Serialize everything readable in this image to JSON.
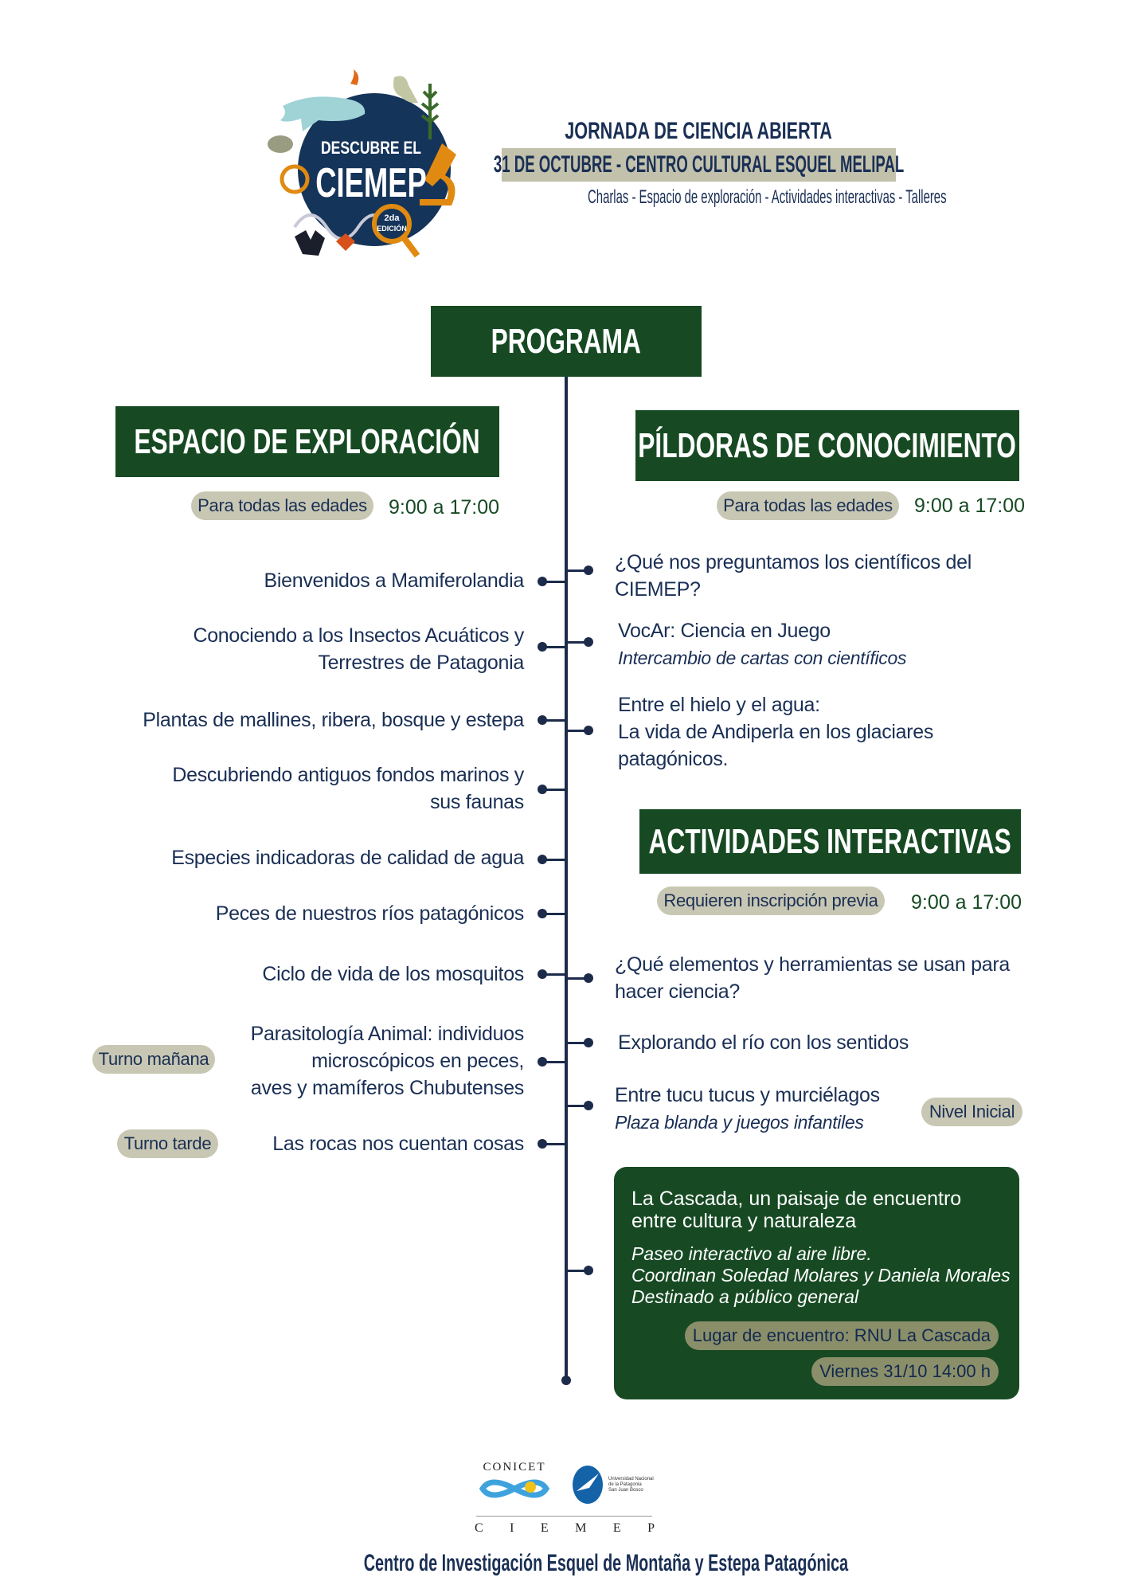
{
  "logo": {
    "line1": "DESCUBRE EL",
    "line2": "CIEMEP",
    "edition_num": "2da",
    "edition_word": "EDICIÓN"
  },
  "header": {
    "title": "JORNADA DE CIENCIA ABIERTA",
    "date_place": "31 DE OCTUBRE - CENTRO CULTURAL ESQUEL MELIPAL",
    "subtitle": "Charlas - Espacio de exploración - Actividades interactivas - Talleres"
  },
  "programa": "PROGRAMA",
  "left": {
    "title": "ESPACIO DE EXPLORACIÓN",
    "pill": "Para todas las edades",
    "time": "9:00 a 17:00",
    "items": [
      {
        "lines": [
          "Bienvenidos a Mamiferolandia"
        ]
      },
      {
        "lines": [
          "Conociendo a los Insectos Acuáticos y",
          "Terrestres de Patagonia"
        ]
      },
      {
        "lines": [
          "Plantas de mallines, ribera, bosque y estepa"
        ]
      },
      {
        "lines": [
          "Descubriendo antiguos fondos marinos y",
          "sus faunas"
        ]
      },
      {
        "lines": [
          "Especies indicadoras de calidad de agua"
        ]
      },
      {
        "lines": [
          "Peces de nuestros ríos patagónicos"
        ]
      },
      {
        "lines": [
          "Ciclo de vida de los mosquitos"
        ]
      },
      {
        "lines": [
          "Parasitología Animal: individuos",
          "microscópicos en peces,",
          "aves y mamíferos Chubutenses"
        ],
        "tag": "Turno mañana"
      },
      {
        "lines": [
          "Las rocas nos cuentan cosas"
        ],
        "tag": "Turno tarde"
      }
    ]
  },
  "right": {
    "pildoras": {
      "title": "PÍLDORAS DE CONOCIMIENTO",
      "pill": "Para todas las edades",
      "time": "9:00 a 17:00",
      "items": [
        {
          "lines": [
            "¿Qué nos preguntamos los científicos del",
            "CIEMEP?"
          ]
        },
        {
          "lines": [
            "VocAr: Ciencia en Juego"
          ],
          "italic": [
            "Intercambio de cartas con científicos"
          ]
        },
        {
          "lines": [
            "Entre el hielo y el agua:",
            "La vida de Andiperla en los glaciares",
            "patagónicos."
          ]
        }
      ]
    },
    "actividades": {
      "title": "ACTIVIDADES INTERACTIVAS",
      "pill": "Requieren inscripción previa",
      "time": "9:00 a 17:00",
      "items": [
        {
          "lines": [
            "¿Qué elementos y herramientas se usan para",
            "hacer ciencia?"
          ]
        },
        {
          "lines": [
            "Explorando el río con los sentidos"
          ]
        },
        {
          "lines": [
            "Entre tucu tucus y murciélagos"
          ],
          "italic": [
            "Plaza blanda y juegos infantiles"
          ],
          "tag": "Nivel Inicial"
        }
      ]
    },
    "card": {
      "title": [
        "La Cascada, un paisaje de encuentro",
        "entre cultura y naturaleza"
      ],
      "details": [
        "Paseo interactivo al aire libre.",
        "Coordinan Soledad Molares y Daniela Morales",
        "Destinado a público general"
      ],
      "place": "Lugar de encuentro: RNU La Cascada",
      "date": "Viernes 31/10 14:00 h"
    }
  },
  "footer": {
    "conicet": "CONICET",
    "unpsjb": [
      "Universidad Nacional",
      "de la Patagonia",
      "San Juan Bosco"
    ],
    "ciemep_letters": [
      "C",
      "I",
      "E",
      "M",
      "E",
      "P"
    ],
    "institution": "Centro de Investigación Esquel de Montaña y Estepa Patagónica"
  },
  "colors": {
    "green": "#174a23",
    "navy": "#1a2f55",
    "pill": "#c8c7b3",
    "orange": "#e08a12"
  }
}
